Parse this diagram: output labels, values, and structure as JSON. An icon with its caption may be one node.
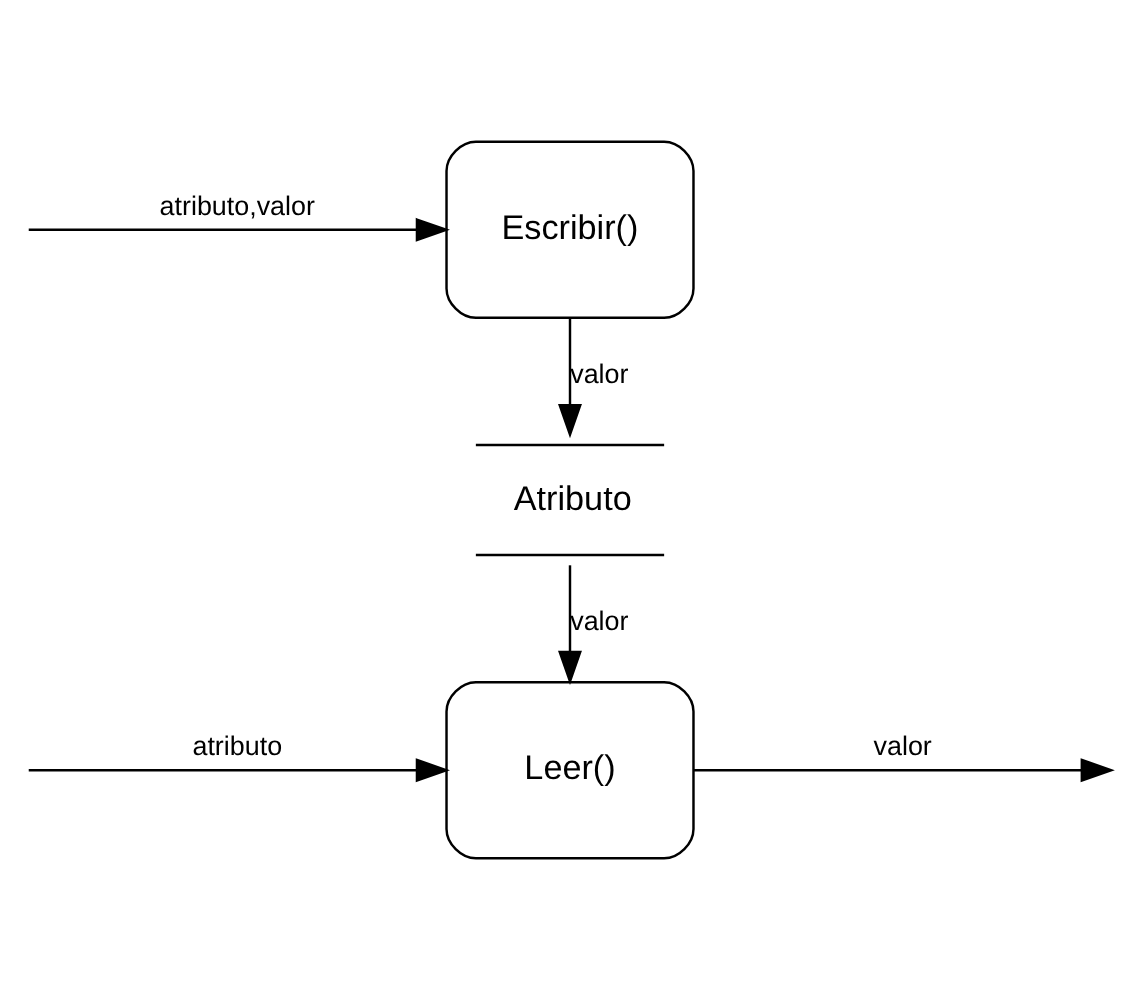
{
  "diagram": {
    "nodes": [
      {
        "text": [
          "Escribir()"
        ]
      },
      {
        "text": [
          "Atributo"
        ]
      },
      {
        "text": [
          "Leer()"
        ]
      }
    ],
    "edges": [
      {
        "from": null,
        "to": 0,
        "arrow": "to",
        "label": "atributo,valor"
      },
      {
        "from": 0,
        "to": 1,
        "arrow": "to",
        "label": "valor"
      },
      {
        "from": 1,
        "to": 2,
        "arrow": "to",
        "label": "valor"
      },
      {
        "from": null,
        "to": 2,
        "arrow": "to",
        "label": "atributo"
      },
      {
        "from": 2,
        "to": null,
        "arrow": "to",
        "label": "valor"
      }
    ]
  }
}
